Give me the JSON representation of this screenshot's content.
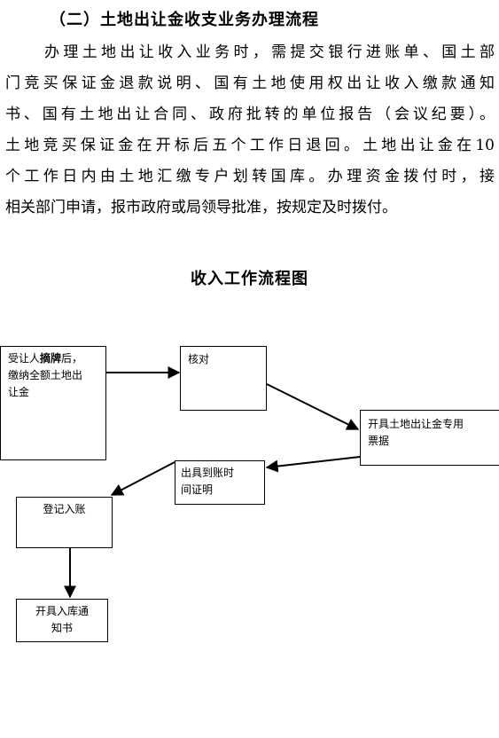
{
  "section": {
    "heading": "（二）土地出让金收支业务办理流程",
    "paragraph_lines": [
      "办理土地出让收入业务时，需提交银行进账单、国土部",
      "门竞买保证金退款说明、国有土地使用权出让收入缴款通知",
      "书、国有土地出让合同、政府批转的单位报告（会议纪要）。",
      "土地竞买保证金在开标后五个工作日退回。土地出让金在10",
      "个工作日内由土地汇缴专户划转国库。办理资金拨付时，接",
      "相关部门申请，报市政府或局领导批准，按规定及时拨付。"
    ]
  },
  "flowchart": {
    "title": "收入工作流程图",
    "nodes": {
      "transferee": {
        "prefix": "受让人",
        "bold": "摘牌",
        "suffix": "后，",
        "line2": "缴纳全额土地出",
        "line3": "让金"
      },
      "verify": {
        "label": "核对"
      },
      "receipt": {
        "line1": "开具土地出让金专用",
        "line2": "票据"
      },
      "arrival_cert": {
        "line1": "出具到账时",
        "line2": "间证明"
      },
      "register": {
        "label": "登记入账"
      },
      "treasury_notice": {
        "line1": "开具入库通",
        "line2": "知书"
      }
    }
  }
}
